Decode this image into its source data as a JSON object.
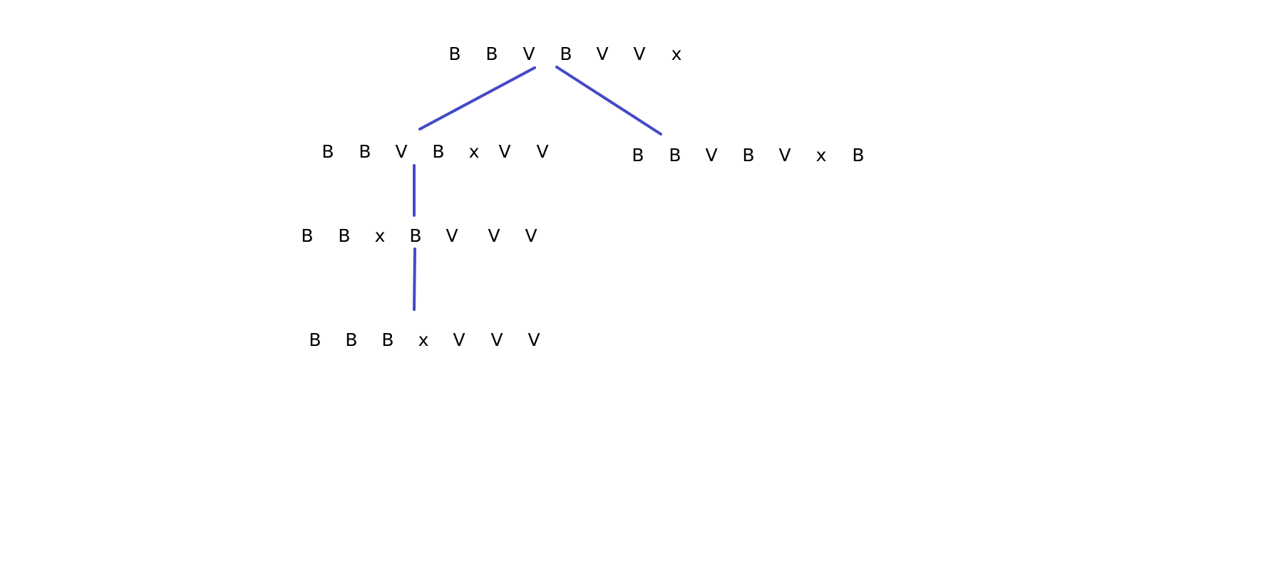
{
  "diagram": {
    "edge_color": "#4549c6",
    "nodes": [
      {
        "id": "root",
        "tokens": [
          "B",
          "B",
          "V",
          "B",
          "V",
          "V",
          "x"
        ]
      },
      {
        "id": "left-child",
        "tokens": [
          "B",
          "B",
          "V",
          "B",
          "x",
          "V",
          "V"
        ]
      },
      {
        "id": "right-child",
        "tokens": [
          "B",
          "B",
          "V",
          "B",
          "V",
          "x",
          "B"
        ]
      },
      {
        "id": "grandchild",
        "tokens": [
          "B",
          "B",
          "x",
          "B",
          "V",
          "V",
          "V"
        ]
      },
      {
        "id": "great-grandchild",
        "tokens": [
          "B",
          "B",
          "B",
          "x",
          "V",
          "V",
          "V"
        ]
      }
    ],
    "edges": [
      {
        "from": "root",
        "to": "left-child"
      },
      {
        "from": "root",
        "to": "right-child"
      },
      {
        "from": "left-child",
        "to": "grandchild"
      },
      {
        "from": "grandchild",
        "to": "great-grandchild"
      }
    ]
  }
}
